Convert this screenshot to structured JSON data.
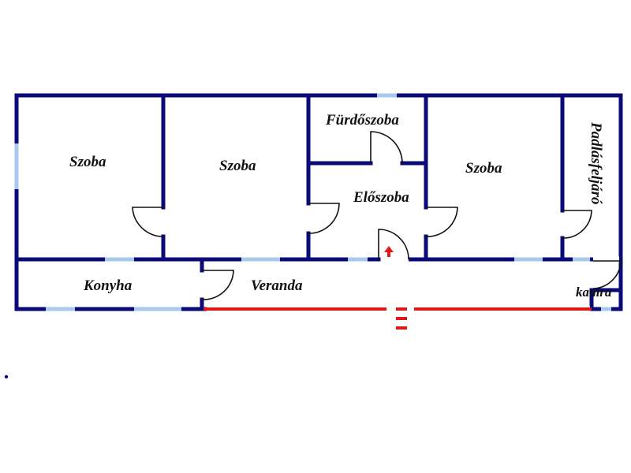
{
  "plan": {
    "rooms": [
      {
        "id": "szoba-1",
        "label": "Szoba"
      },
      {
        "id": "szoba-2",
        "label": "Szoba"
      },
      {
        "id": "furdoszoba",
        "label": "Fürdőszoba"
      },
      {
        "id": "eloszoba",
        "label": "Előszoba"
      },
      {
        "id": "szoba-3",
        "label": "Szoba"
      },
      {
        "id": "padlasfeljaro",
        "label": "Padlásfeljáró"
      },
      {
        "id": "konyha",
        "label": "Konyha"
      },
      {
        "id": "veranda",
        "label": "Veranda"
      },
      {
        "id": "kamra",
        "label": "kamra"
      }
    ],
    "colors": {
      "wall": "#0a0a78",
      "window": "#a9c9ea",
      "entrance": "#e01818",
      "door": "#111111"
    },
    "entrance_icon": "arrow-up-icon"
  }
}
